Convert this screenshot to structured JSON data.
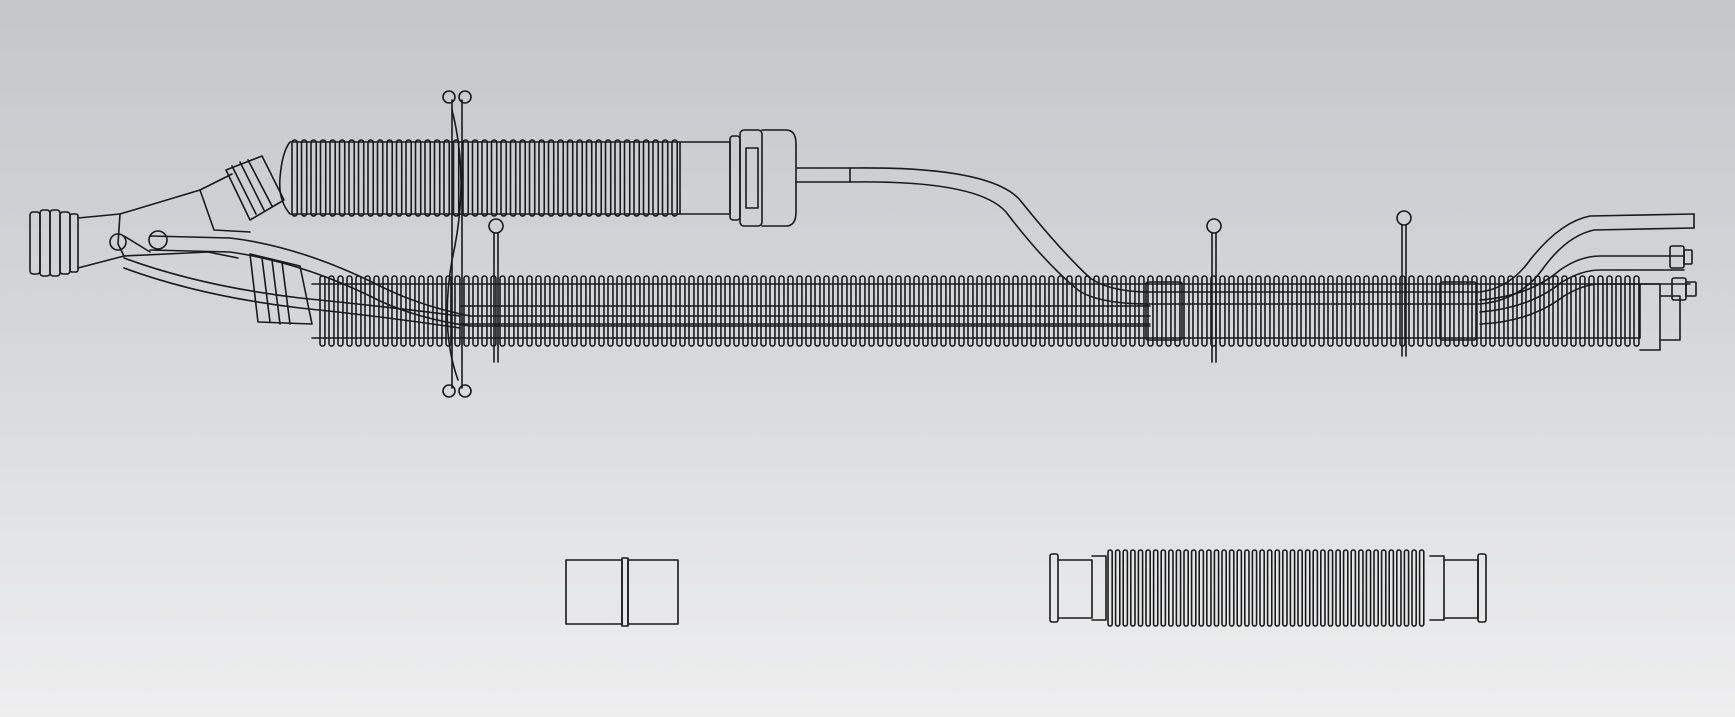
{
  "diagram": {
    "subject": "",
    "colors": {
      "background_top": "#c4c6c9",
      "background_bottom": "#eeeeef",
      "line": "#1a1a1a",
      "fill": "none"
    },
    "components": [
      {
        "id": "breathing-circuit",
        "icon": "ventilator-circuit-icon"
      },
      {
        "id": "straight-connector",
        "icon": "tube-connector-icon"
      },
      {
        "id": "corrugated-extension-hose",
        "icon": "corrugated-hose-icon"
      }
    ],
    "clips_on_circuit": 4
  }
}
